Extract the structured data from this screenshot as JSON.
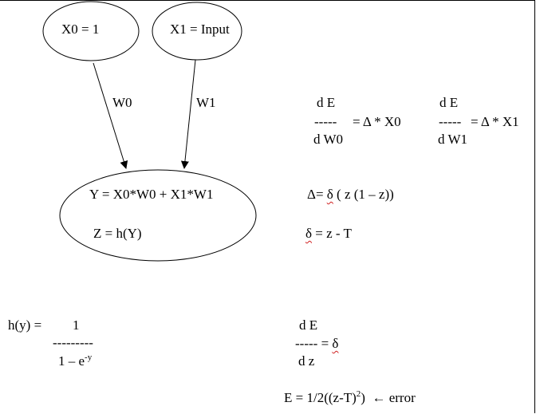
{
  "nodes": {
    "x0": "X0 = 1",
    "x1": "X1 = Input",
    "sum_y": "Y = X0*W0 + X1*W1",
    "sum_z": "Z = h(Y)"
  },
  "edges": {
    "w0": "W0",
    "w1": "W1"
  },
  "gradient_w0": {
    "num": "d E",
    "bar": "-----",
    "rhs": "= Δ * X0",
    "den": "d W0"
  },
  "gradient_w1": {
    "num": "d E",
    "bar": "-----",
    "rhs": "= Δ * X1",
    "den": "d W1"
  },
  "delta_cap": {
    "lhs": "Δ",
    "eq": "=",
    "sym": "δ",
    "rhs": "( z (1 – z))"
  },
  "delta_small": {
    "sym": "δ",
    "rhs": "= z - T"
  },
  "activation": {
    "lhs": "h(y) =",
    "num": "1",
    "bar": "---------",
    "den_base": "1 – e",
    "den_exp": "-y"
  },
  "error_grad": {
    "num": "d E",
    "bar": "-----",
    "eq": "=",
    "sym": "δ",
    "den": "d z"
  },
  "error_def": {
    "lhs": "E = 1/2((z-T)",
    "exp": "2",
    "close": ")",
    "note": "← error"
  },
  "colors": {
    "ink": "#000000",
    "squiggle": "#d02020",
    "background": "#ffffff"
  }
}
